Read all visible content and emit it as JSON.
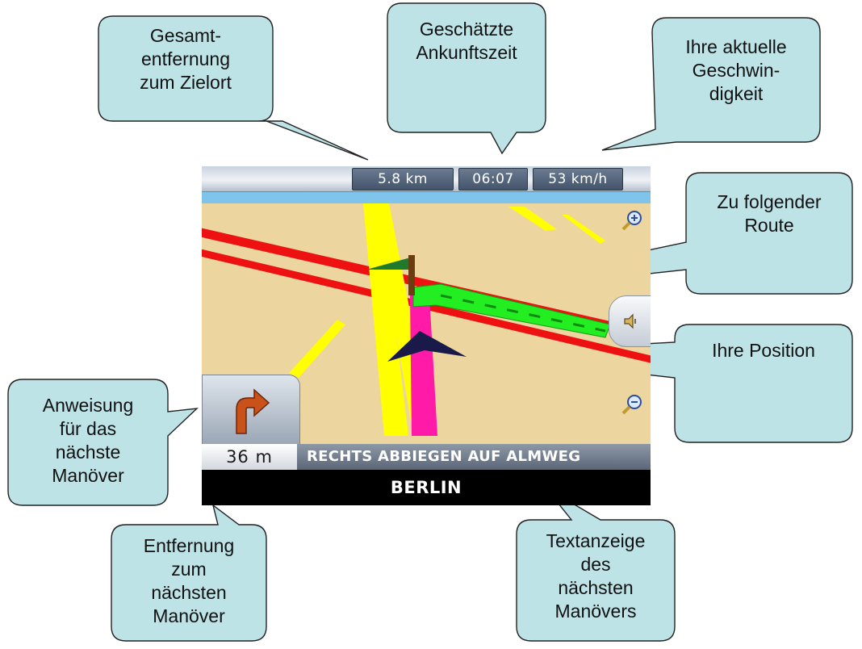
{
  "status_bar": {
    "total_distance": "5.8  km",
    "arrival_time": "06:07",
    "speed": "53  km/h"
  },
  "next_maneuver": {
    "distance": "36  m",
    "instruction": "RECHTS ABBIEGEN AUF ALMWEG",
    "icon": "turn-right-arrow-icon"
  },
  "city": "BERLIN",
  "controls": {
    "zoom_in_icon": "zoom-in-icon",
    "zoom_out_icon": "zoom-out-icon",
    "sound_icon": "speaker-icon"
  },
  "callouts": {
    "total_distance": [
      "Gesamt-",
      "entfernung",
      "zum Zielort"
    ],
    "arrival_time": [
      "Geschätzte",
      "Ankunftszeit"
    ],
    "current_speed": [
      "Ihre aktuelle",
      "Geschwin-",
      "digkeit"
    ],
    "route": [
      "Zu folgender",
      "Route"
    ],
    "position": [
      "Ihre Position"
    ],
    "maneuver_instruction": [
      "Anweisung",
      "für das",
      "nächste",
      "Manöver"
    ],
    "maneuver_distance": [
      "Entfernung",
      "zum",
      "nächsten",
      "Manöver"
    ],
    "maneuver_text": [
      "Textanzeige",
      "des",
      "nächsten",
      "Manövers"
    ]
  },
  "colors": {
    "callout_fill": "#bde3e7",
    "map_background": "#ecd59f",
    "route": "#22ee22",
    "main_road": "#ee1111",
    "secondary_road": "#ffff00",
    "current_road": "#ff1aa8"
  }
}
